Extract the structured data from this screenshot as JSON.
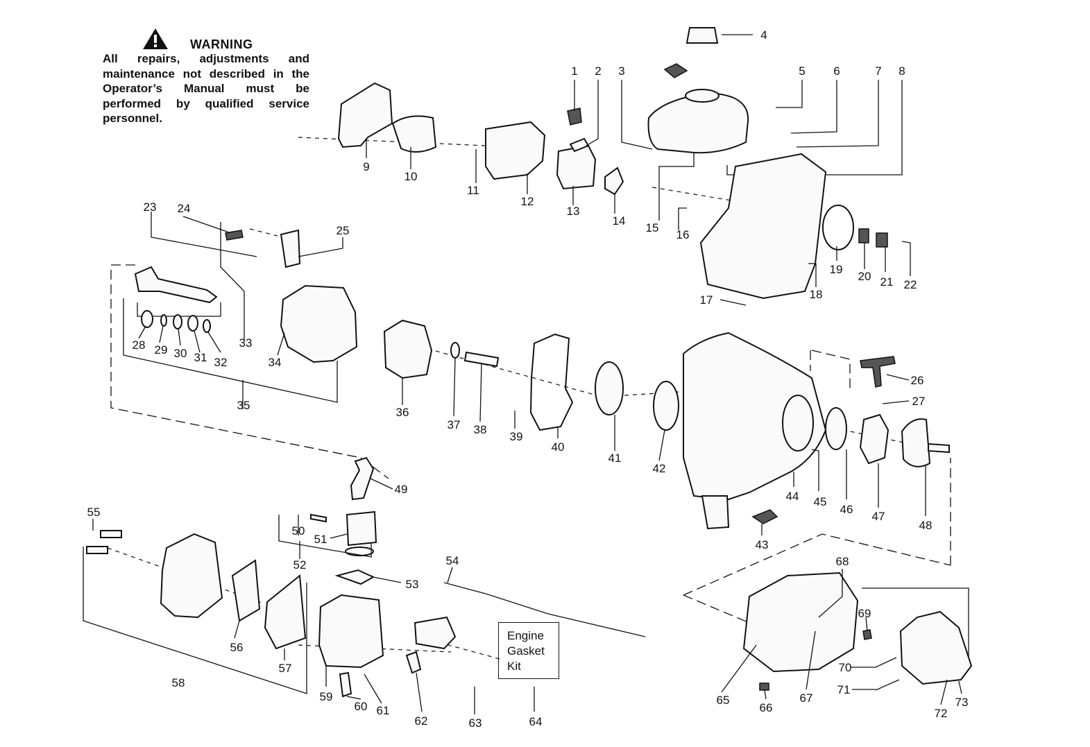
{
  "warning": {
    "title": "WARNING",
    "text": "All repairs, adjustments and maintenance not described in the Operator’s Manual must be performed by qualified service personnel."
  },
  "kit_box": {
    "lines": [
      "Engine",
      "Gasket",
      "Kit"
    ]
  },
  "part_numbers": [
    "1",
    "2",
    "3",
    "4",
    "5",
    "6",
    "7",
    "8",
    "9",
    "10",
    "11",
    "12",
    "13",
    "14",
    "15",
    "16",
    "17",
    "18",
    "19",
    "20",
    "21",
    "22",
    "23",
    "24",
    "25",
    "26",
    "27",
    "28",
    "29",
    "30",
    "31",
    "32",
    "33",
    "34",
    "35",
    "36",
    "37",
    "38",
    "39",
    "40",
    "41",
    "42",
    "43",
    "44",
    "45",
    "46",
    "47",
    "48",
    "49",
    "50",
    "51",
    "52",
    "53",
    "54",
    "55",
    "56",
    "57",
    "58",
    "59",
    "60",
    "61",
    "62",
    "63",
    "64",
    "65",
    "66",
    "67",
    "68",
    "69",
    "70",
    "71",
    "72",
    "73"
  ]
}
